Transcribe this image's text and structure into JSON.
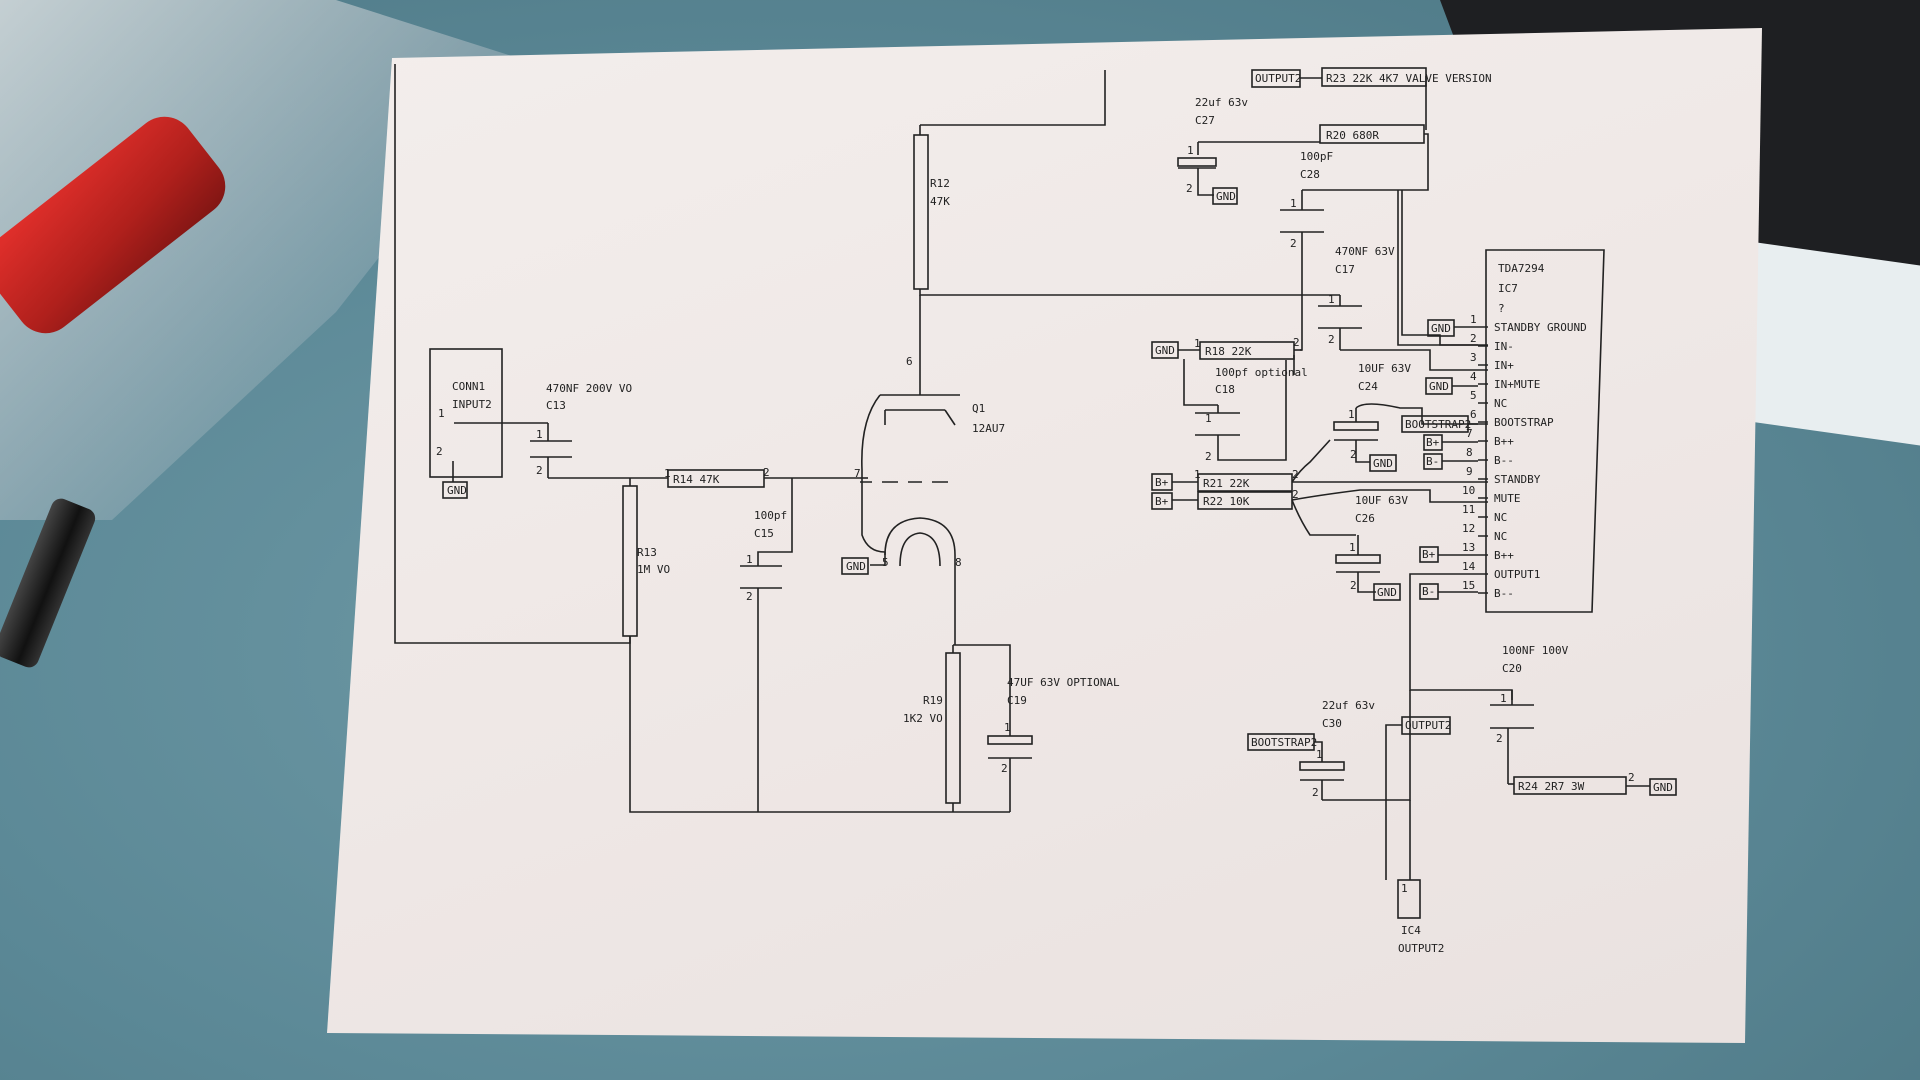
{
  "components": {
    "conn1": {
      "ref": "CONN1",
      "name": "INPUT2",
      "pin1": "1",
      "pin2": "2"
    },
    "c13": {
      "value": "470NF 200V VO",
      "ref": "C13"
    },
    "r14": {
      "label": "R14  47K"
    },
    "r13": {
      "ref": "R13",
      "value": "1M VO"
    },
    "c15": {
      "value": "100pf",
      "ref": "C15"
    },
    "r12": {
      "ref": "R12",
      "value": "47K"
    },
    "q1": {
      "ref": "Q1",
      "value": "12AU7"
    },
    "r19": {
      "ref": "R19",
      "value": "1K2 VO"
    },
    "c19": {
      "value": "47UF 63V OPTIONAL",
      "ref": "C19"
    },
    "r23": {
      "label": "R23  22K 4K7 VALVE VERSION"
    },
    "c27": {
      "value": "22uf 63v",
      "ref": "C27"
    },
    "r20": {
      "label": "R20  680R"
    },
    "c28": {
      "value": "100pF",
      "ref": "C28"
    },
    "c17": {
      "value": "470NF 63V",
      "ref": "C17"
    },
    "r18": {
      "label": "R18  22K"
    },
    "c18": {
      "value": "100pf optional",
      "ref": "C18"
    },
    "c24": {
      "value": "10UF 63V",
      "ref": "C24"
    },
    "r21": {
      "label": "R21  22K"
    },
    "r22": {
      "label": "R22  10K"
    },
    "c26": {
      "value": "10UF 63V",
      "ref": "C26"
    },
    "ic7": {
      "part": "TDA7294",
      "ref": "IC7",
      "extra": "?"
    },
    "c20": {
      "value": "100NF 100V",
      "ref": "C20"
    },
    "c30": {
      "value": "22uf 63v",
      "ref": "C30"
    },
    "r24": {
      "label": "R24  2R7 3W"
    },
    "ic4": {
      "ref": "IC4",
      "name": "OUTPUT2"
    }
  },
  "tube_pins": [
    "6",
    "7",
    "5",
    "8"
  ],
  "ic_pins": [
    {
      "num": "1",
      "name": "STANDBY GROUND"
    },
    {
      "num": "2",
      "name": "IN-"
    },
    {
      "num": "3",
      "name": "IN+"
    },
    {
      "num": "4",
      "name": "IN+MUTE"
    },
    {
      "num": "5",
      "name": "NC"
    },
    {
      "num": "6",
      "name": "BOOTSTRAP"
    },
    {
      "num": "7",
      "name": "B++"
    },
    {
      "num": "8",
      "name": "B--"
    },
    {
      "num": "9",
      "name": "STANDBY"
    },
    {
      "num": "10",
      "name": "MUTE"
    },
    {
      "num": "11",
      "name": "NC"
    },
    {
      "num": "12",
      "name": "NC"
    },
    {
      "num": "13",
      "name": "B++"
    },
    {
      "num": "14",
      "name": "OUTPUT1"
    },
    {
      "num": "15",
      "name": "B--"
    }
  ],
  "net_labels": {
    "gnd": "GND",
    "output2": "OUTPUT2",
    "bootstrap2": "BOOTSTRAP2",
    "bplus": "B+",
    "bminus": "B-"
  },
  "pin_numbers": {
    "one": "1",
    "two": "2"
  }
}
